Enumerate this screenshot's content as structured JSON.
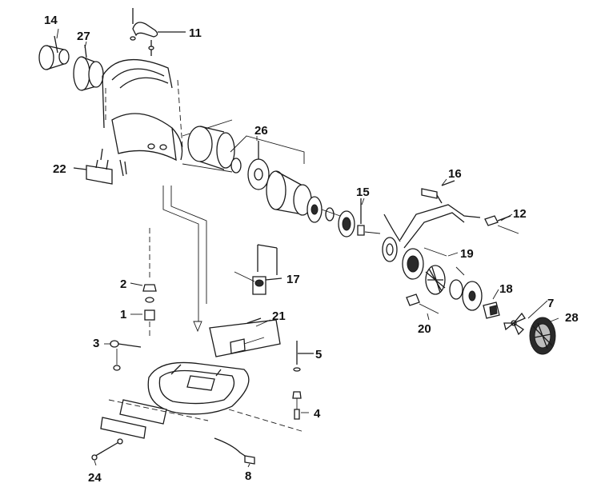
{
  "diagram": {
    "callouts": [
      {
        "id": "c14",
        "text": "14"
      },
      {
        "id": "c27",
        "text": "27"
      },
      {
        "id": "c11",
        "text": "11"
      },
      {
        "id": "c26",
        "text": "26"
      },
      {
        "id": "c22",
        "text": "22"
      },
      {
        "id": "c15",
        "text": "15"
      },
      {
        "id": "c16",
        "text": "16"
      },
      {
        "id": "c12",
        "text": "12"
      },
      {
        "id": "c19",
        "text": "19"
      },
      {
        "id": "c17",
        "text": "17"
      },
      {
        "id": "c2",
        "text": "2"
      },
      {
        "id": "c1",
        "text": "1"
      },
      {
        "id": "c18",
        "text": "18"
      },
      {
        "id": "c7",
        "text": "7"
      },
      {
        "id": "c28",
        "text": "28"
      },
      {
        "id": "c21",
        "text": "21"
      },
      {
        "id": "c20",
        "text": "20"
      },
      {
        "id": "c3",
        "text": "3"
      },
      {
        "id": "c5",
        "text": "5"
      },
      {
        "id": "c4",
        "text": "4"
      },
      {
        "id": "c24",
        "text": "24"
      },
      {
        "id": "c8",
        "text": "8"
      }
    ]
  }
}
